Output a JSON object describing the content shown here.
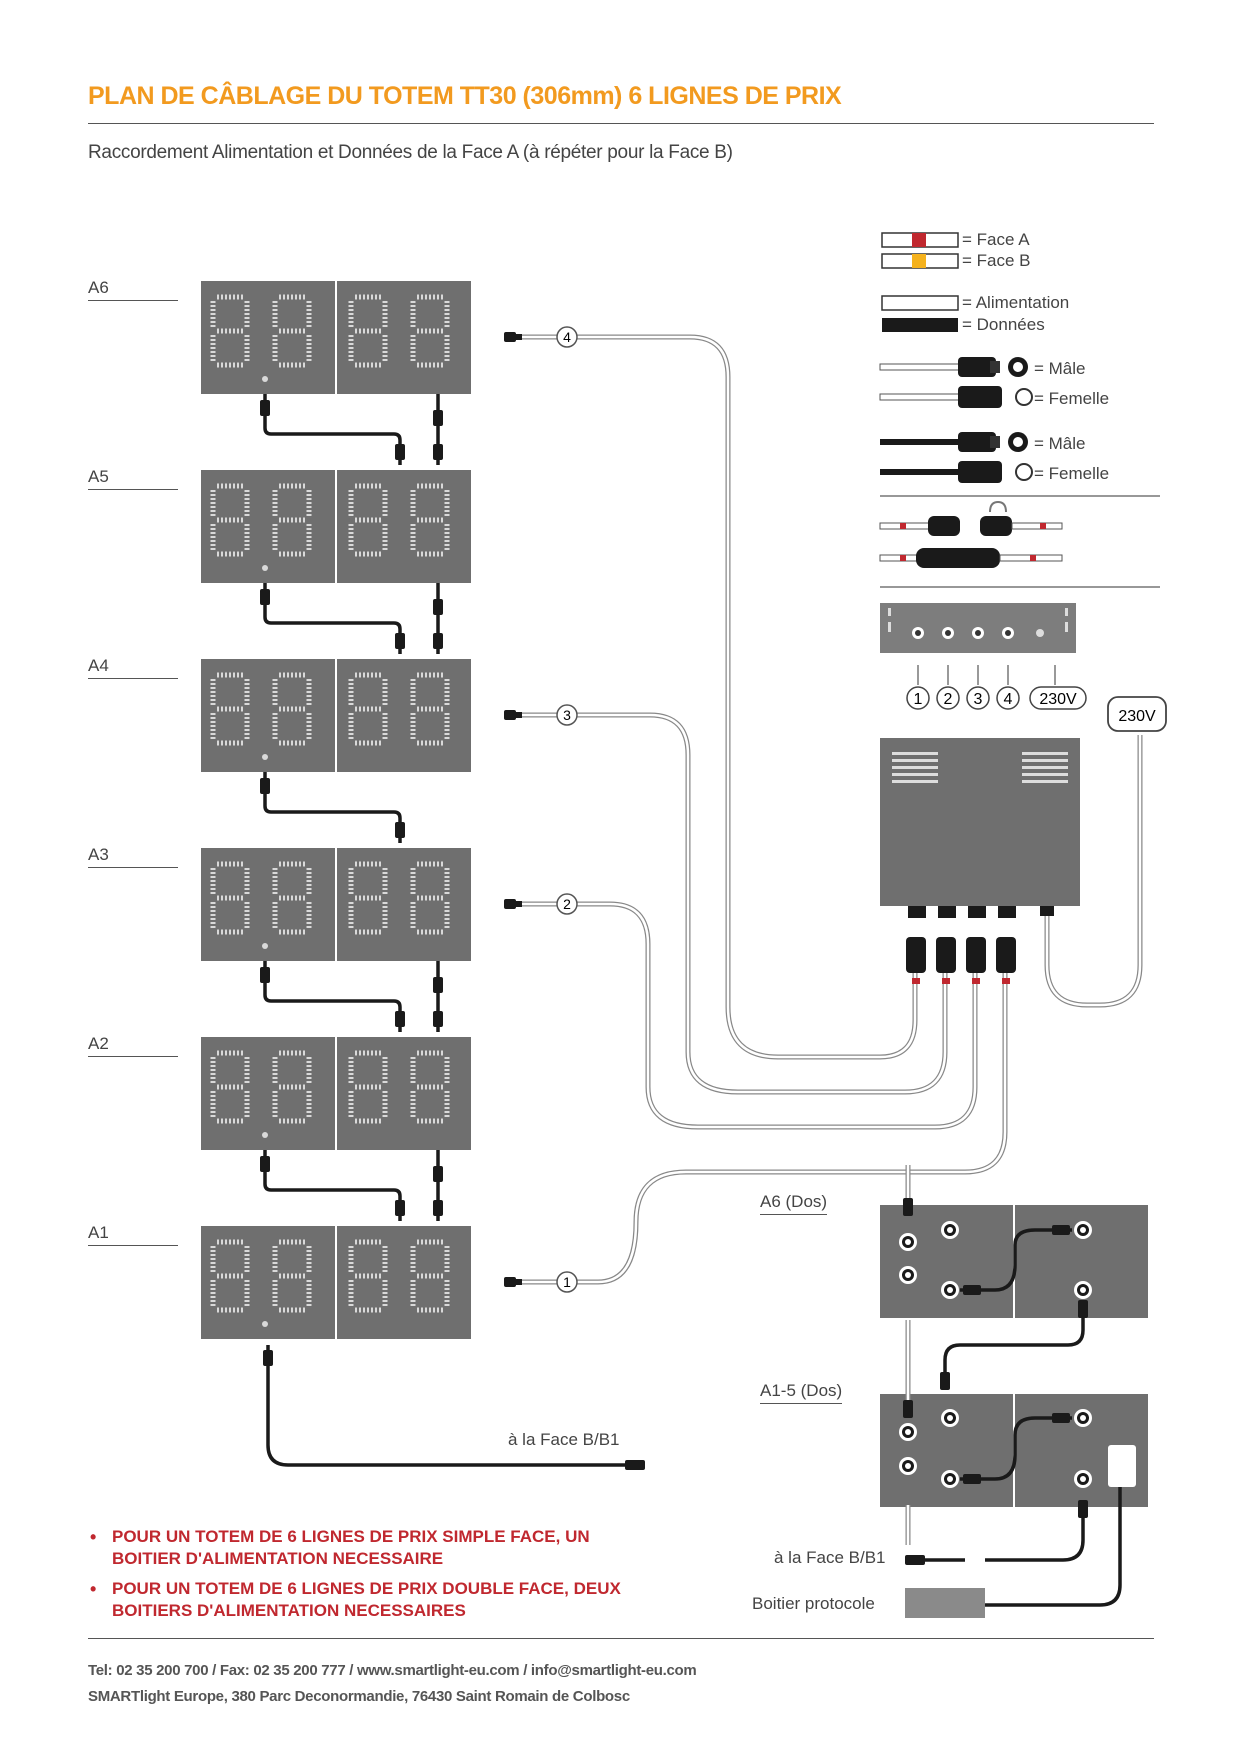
{
  "title": "PLAN DE CÂBLAGE DU TOTEM TT30 (306mm) 6 LIGNES DE PRIX",
  "subtitle": "Raccordement Alimentation et Données de la Face A (à répéter pour la Face B)",
  "units": [
    "A6",
    "A5",
    "A4",
    "A3",
    "A2",
    "A1"
  ],
  "display_digits": "88.88",
  "legend": {
    "face_a": "= Face A",
    "face_b": "= Face B",
    "alimentation": "= Alimentation",
    "donnees": "= Données",
    "male_1": "= Mâle",
    "femelle_1": "= Femelle",
    "male_2": "= Mâle",
    "femelle_2": "= Femelle"
  },
  "colors": {
    "accent_orange": "#f29a1f",
    "face_a_red": "#c0282f",
    "face_b_yellow": "#f5b21d",
    "panel_grey": "#6f6f6f",
    "cable_black": "#1a1a1a"
  },
  "cable_numbers": [
    "4",
    "3",
    "2",
    "1"
  ],
  "port_labels": [
    "1",
    "2",
    "3",
    "4",
    "230V"
  ],
  "mains_label": "230V",
  "face_b_link_label": "à la Face B/B1",
  "back_labels": {
    "a6": "A6 (Dos)",
    "a15": "A1-5 (Dos)",
    "face_b": "à la Face B/B1",
    "protocol_box": "Boitier protocole"
  },
  "notes": [
    "POUR UN TOTEM DE 6 LIGNES DE PRIX SIMPLE FACE, UN BOITIER D'ALIMENTATION NECESSAIRE",
    "POUR UN TOTEM DE 6 LIGNES DE PRIX DOUBLE FACE, DEUX BOITIERS D'ALIMENTATION NECESSAIRES"
  ],
  "footer": {
    "contact": "Tel: 02 35 200 700  / Fax: 02 35 200 777 / www.smartlight-eu.com / info@smartlight-eu.com",
    "address": "SMARTlight Europe, 380 Parc Deconormandie, 76430 Saint Romain de Colbosc"
  }
}
